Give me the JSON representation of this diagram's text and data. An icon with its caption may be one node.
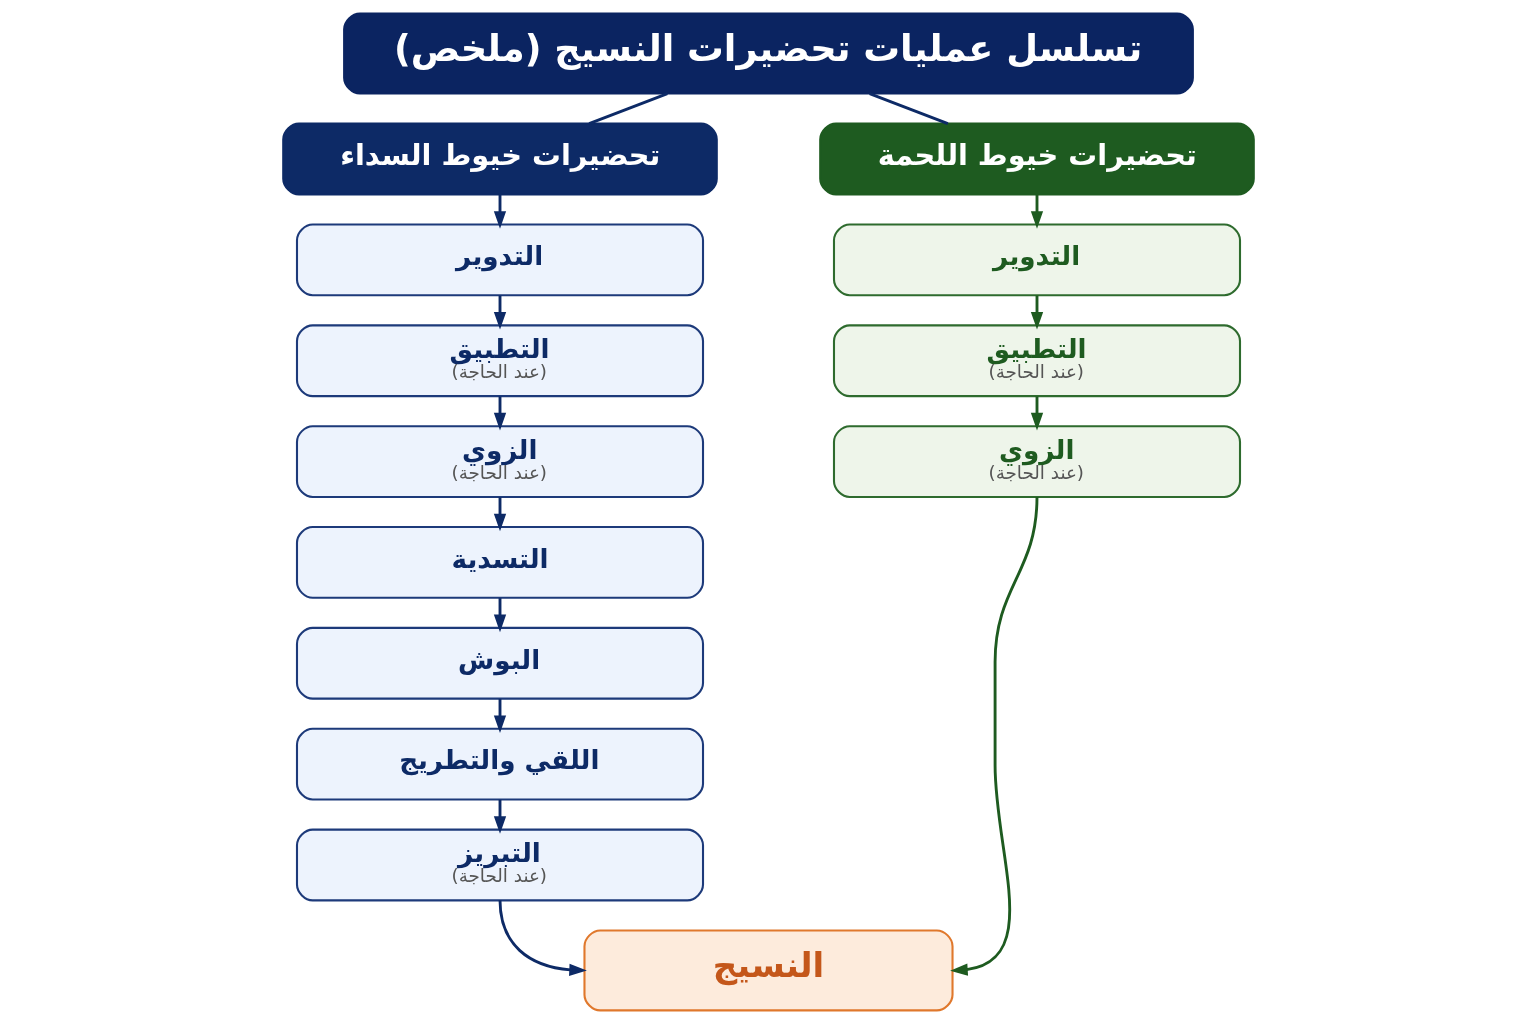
{
  "diagram": {
    "nodes": [
      {
        "text": [
          "تسلسل عمليات تحضيرات النسيج (ملخص)"
        ]
      },
      {
        "text": [
          "تحضيرات خيوط السداء"
        ]
      },
      {
        "text": [
          "التدوير"
        ]
      },
      {
        "text": [
          "التطبيق",
          "(عند الحاجة)"
        ]
      },
      {
        "text": [
          "الزوي",
          "(عند الحاجة)"
        ]
      },
      {
        "text": [
          "التسدية"
        ]
      },
      {
        "text": [
          "البوش"
        ]
      },
      {
        "text": [
          "اللقي والتطريج"
        ]
      },
      {
        "text": [
          "التبريز",
          "(عند الحاجة)"
        ]
      },
      {
        "text": [
          "تحضيرات خيوط اللحمة"
        ]
      },
      {
        "text": [
          "التدوير"
        ]
      },
      {
        "text": [
          "التطبيق",
          "(عند الحاجة)"
        ]
      },
      {
        "text": [
          "الزوي",
          "(عند الحاجة)"
        ]
      },
      {
        "text": [
          "النسيج"
        ]
      }
    ],
    "edges": [
      {
        "from": 0,
        "to": 1,
        "arrow": "none"
      },
      {
        "from": 0,
        "to": 9,
        "arrow": "none"
      },
      {
        "from": 1,
        "to": 2,
        "arrow": "to"
      },
      {
        "from": 2,
        "to": 3,
        "arrow": "to"
      },
      {
        "from": 3,
        "to": 4,
        "arrow": "to"
      },
      {
        "from": 4,
        "to": 5,
        "arrow": "to"
      },
      {
        "from": 5,
        "to": 6,
        "arrow": "to"
      },
      {
        "from": 6,
        "to": 7,
        "arrow": "to"
      },
      {
        "from": 7,
        "to": 8,
        "arrow": "to"
      },
      {
        "from": 9,
        "to": 10,
        "arrow": "to",
        "color": "#1e5b20"
      },
      {
        "from": 10,
        "to": 11,
        "arrow": "to",
        "color": "#1e5b20"
      },
      {
        "from": 11,
        "to": 12,
        "arrow": "to",
        "color": "#1e5b20"
      },
      {
        "from": 8,
        "to": 13,
        "arrow": "to"
      },
      {
        "from": 12,
        "to": 13,
        "arrow": "to",
        "color": "#1e5b20"
      }
    ]
  }
}
